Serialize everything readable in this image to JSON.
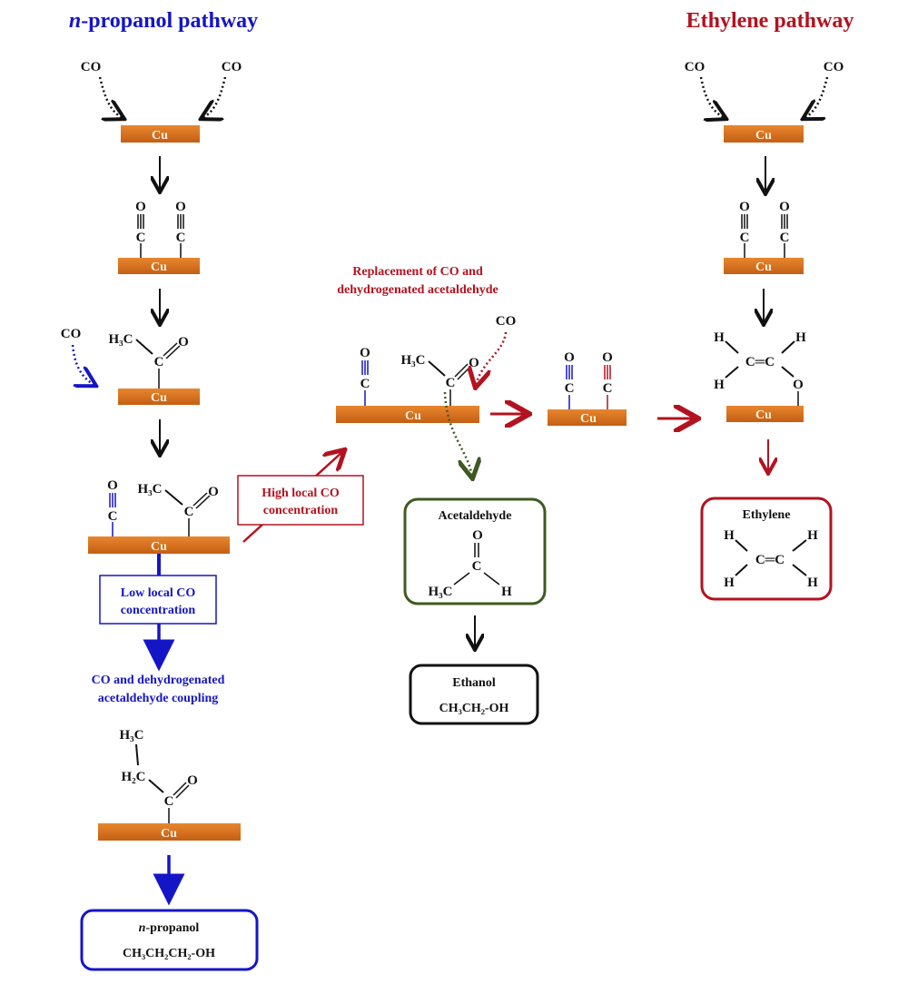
{
  "titles": {
    "left": "n-propanol pathway",
    "left_italic": "n",
    "left_rest": "-propanol pathway",
    "right": "Ethylene pathway"
  },
  "atoms": {
    "cu": "Cu",
    "co": "CO",
    "c": "C",
    "o": "O",
    "h": "H",
    "h3c": "H₃C",
    "h2c": "H₂C",
    "ceqc": "C═C"
  },
  "labels": {
    "high_co": [
      "High local CO",
      "concentration"
    ],
    "low_co": [
      "Low local CO",
      "concentration"
    ],
    "coupling": [
      "CO and dehydrogenated",
      "acetaldehyde coupling"
    ],
    "replacement": [
      "Replacement of CO and",
      "dehydrogenated acetaldehyde"
    ]
  },
  "products": {
    "npropanol": {
      "name": "n-propanol",
      "name_italic": "n",
      "name_rest": "-propanol",
      "formula": "CH₃CH₂CH₂-OH"
    },
    "acetaldehyde": {
      "name": "Acetaldehyde"
    },
    "ethanol": {
      "name": "Ethanol",
      "formula": "CH₃CH₂-OH"
    },
    "ethylene": {
      "name": "Ethylene"
    }
  },
  "colors": {
    "blue": "#1515c8",
    "red": "#b3121f",
    "green": "#3e5a22",
    "cu": "#d8711f"
  }
}
